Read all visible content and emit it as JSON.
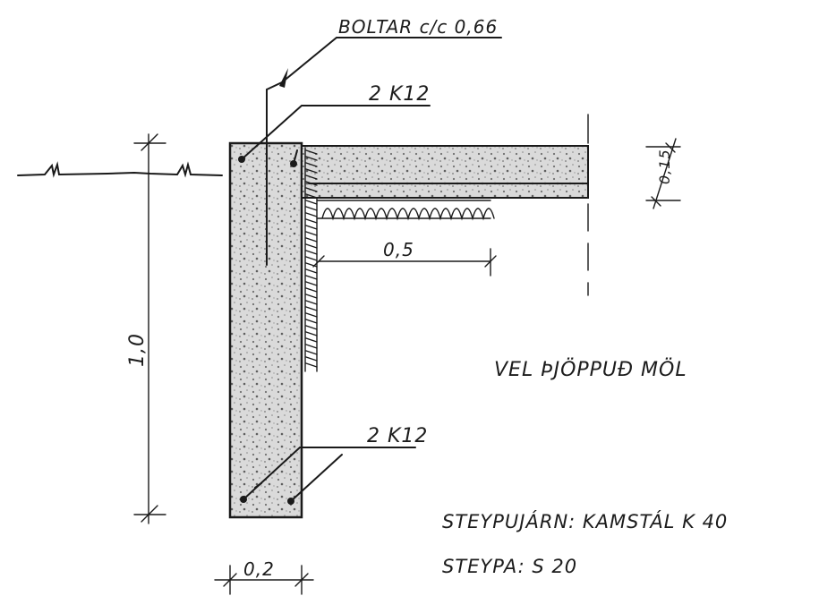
{
  "labels": {
    "bolts": "BOLTAR c/c 0,66",
    "rebar_top": "2 K12",
    "rebar_bottom": "2 K12",
    "slab_thickness": "0,15",
    "insulation_width": "0,5",
    "wall_height": "1,0",
    "wall_width": "0,2",
    "fill_note": "VEL ÞJÖPPUÐ MÖL",
    "steel_spec": "STEYPUJÁRN: KAMSTÁL  K 40",
    "concrete_spec": "STEYPA:  S 20"
  },
  "colors": {
    "ink": "#1a1a1a",
    "concrete": "#d6d6d6",
    "paper": "#ffffff"
  }
}
